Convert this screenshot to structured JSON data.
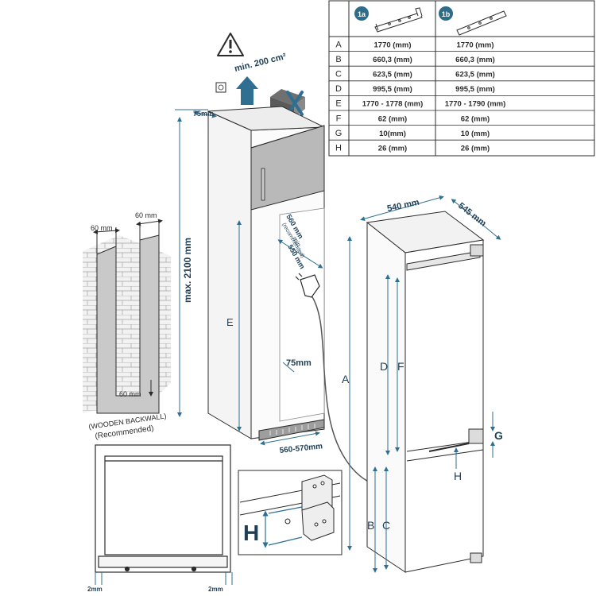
{
  "table": {
    "header": [
      "",
      "1a",
      "1b"
    ],
    "rows": [
      {
        "key": "A",
        "c1": "1770 (mm)",
        "c2": "1770 (mm)"
      },
      {
        "key": "B",
        "c1": "660,3 (mm)",
        "c2": "660,3 (mm)"
      },
      {
        "key": "C",
        "c1": "623,5 (mm)",
        "c2": "623,5 (mm)"
      },
      {
        "key": "D",
        "c1": "995,5 (mm)",
        "c2": "995,5 (mm)"
      },
      {
        "key": "E",
        "c1": "1770 - 1778 (mm)",
        "c2": "1770 - 1790 (mm)"
      },
      {
        "key": "F",
        "c1": "62 (mm)",
        "c2": "62 (mm)"
      },
      {
        "key": "G",
        "c1": "10(mm)",
        "c2": "10 (mm)"
      },
      {
        "key": "H",
        "c1": "26 (mm)",
        "c2": "26 (mm)"
      }
    ]
  },
  "labels": {
    "vent_area": "min. 200 cm²",
    "top_gap": "75mm",
    "max_height": "max. 2100 mm",
    "niche_depth_rec": "560 mm",
    "niche_depth_rec_note": "(recommended)",
    "niche_depth_min_note": "min",
    "niche_depth_min": "550 mm",
    "side_gap": "75mm",
    "niche_width": "560-570mm",
    "letter_e": "E",
    "wall_left_width": "60 mm",
    "wall_right_width": "60 mm",
    "wall_bottom": "60 mm",
    "backwall": "(WOODEN BACKWALL)",
    "backwall_note": "(Recommended)",
    "fridge_width": "540 mm",
    "fridge_depth": "545 mm",
    "letter_a": "A",
    "letter_d": "D",
    "letter_f": "F",
    "letter_g": "G",
    "letter_h": "H",
    "letter_b": "B",
    "letter_c": "C",
    "detail_h": "H",
    "gap_left": "2mm",
    "gap_right": "2mm"
  },
  "colors": {
    "dimension_blue": "#2f6f92",
    "badge": "#2e6d8a",
    "door_panel": "#b9b9b9",
    "backwall": "#c9c9c9"
  },
  "icons": [
    "warning-icon",
    "vent-arrow-icon",
    "socket-icon",
    "plug-icon",
    "no-block-icon",
    "hinge-icon"
  ]
}
